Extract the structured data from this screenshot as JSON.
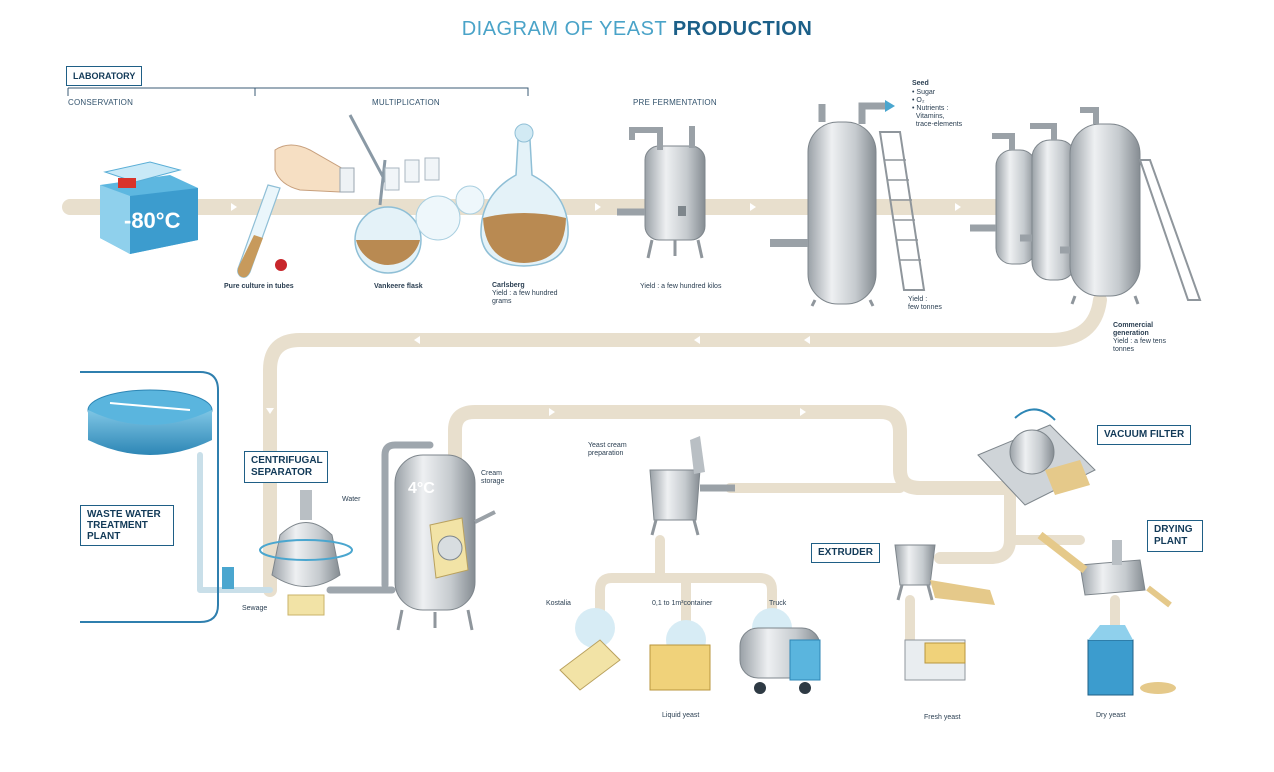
{
  "title": {
    "part1": "DIAGRAM OF YEAST ",
    "part2": "PRODUCTION"
  },
  "boxes": {
    "laboratory": "LABORATORY",
    "centrifugal": "CENTRIFUGAL SEPARATOR",
    "waste": "WASTE WATER TREATMENT PLANT",
    "vacuum": "VACUUM FILTER",
    "drying": "DRYING PLANT",
    "extruder": "EXTRUDER"
  },
  "sections": {
    "conservation": "CONSERVATION",
    "multiplication": "MULTIPLICATION",
    "prefermentation": "PRE FERMENTATION"
  },
  "temps": {
    "freezer": "-80°C",
    "storage": "4°C"
  },
  "labels": {
    "pure_culture": "Pure culture in tubes",
    "vankeere": "Vankeere flask",
    "carlsberg": "Carlsberg",
    "carlsberg_yield": "Yield : a few hundred grams",
    "prefer_yield": "Yield : a few hundred kilos",
    "seed_title": "Seed",
    "seed_items": "• Sugar\n• O₂\n• Nutrients :\n  Vitamins,\n  trace-elements",
    "tonnes_yield": "Yield :\nfew tonnes",
    "commercial": "Commercial generation",
    "commercial_yield": "Yield : a few tens tonnes",
    "water": "Water",
    "sewage": "Sewage",
    "cream_storage": "Cream storage",
    "cream_prep": "Yeast cream preparation",
    "kostalia": "Kostalia",
    "container": "0,1 to 1m³container",
    "truck": "Truck",
    "liquid": "Liquid yeast",
    "fresh": "Fresh yeast",
    "dry": "Dry yeast"
  },
  "colors": {
    "pipe": "#ece3d2",
    "pipe_edge": "#d9ccb3",
    "steel": "#c9cdd1",
    "steel_dark": "#8f969c",
    "liquid": "#b98a52",
    "water": "#4aa6cf",
    "box_border": "#1f5f86"
  }
}
